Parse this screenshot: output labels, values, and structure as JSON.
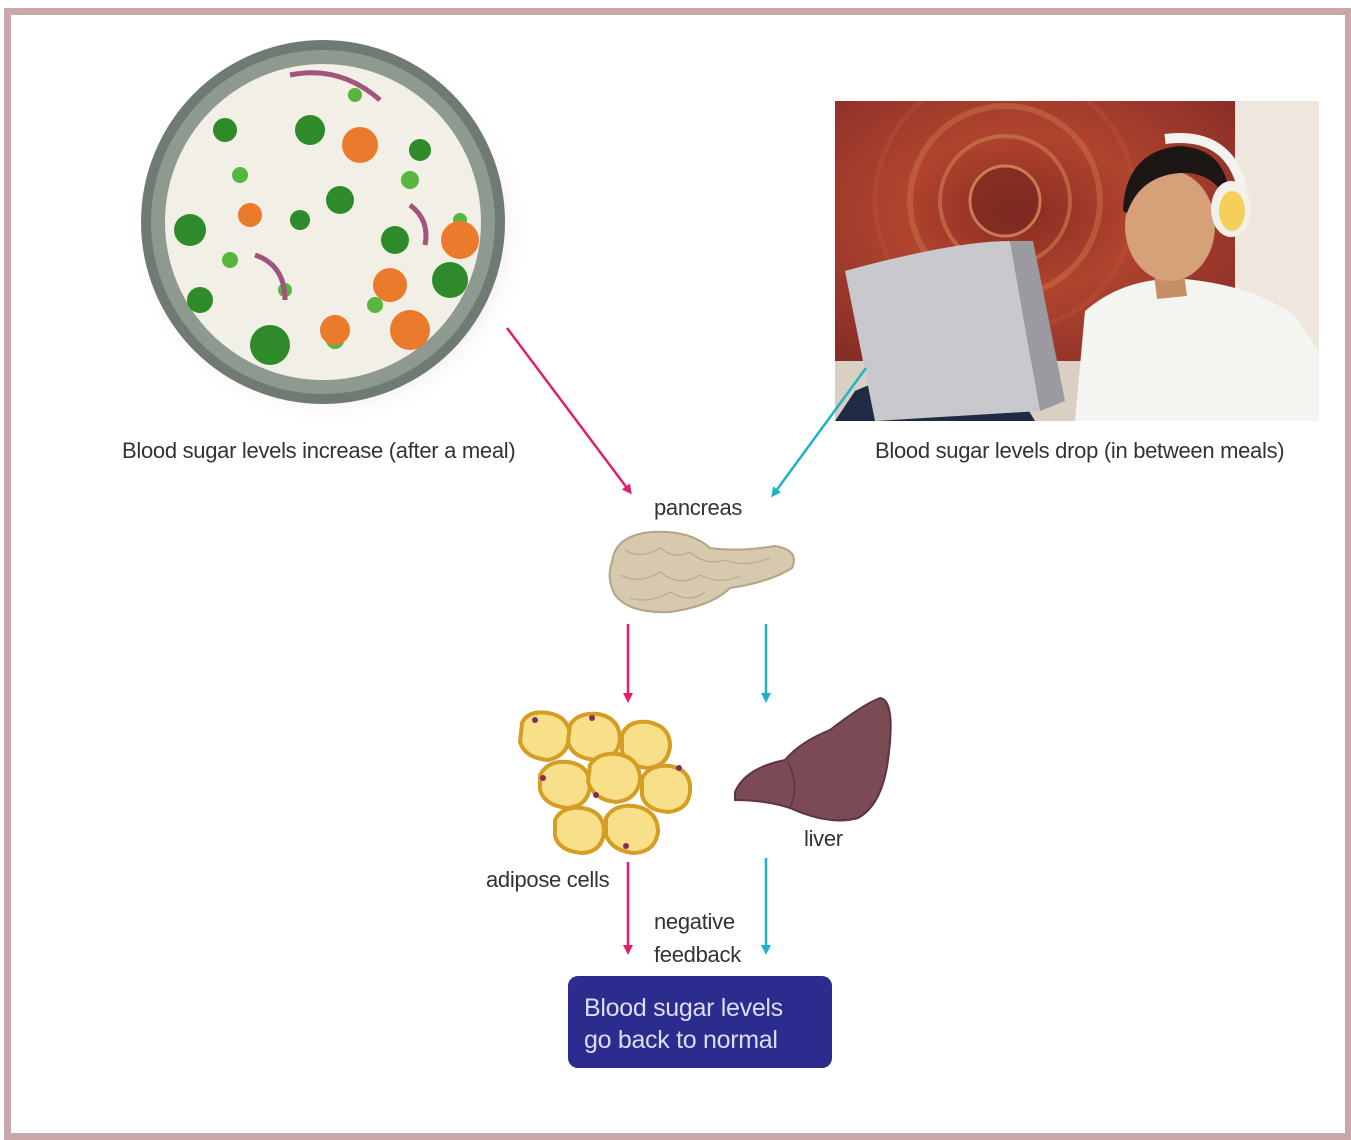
{
  "captions": {
    "after_meal": "Blood sugar levels increase (after a meal)",
    "between_meals": "Blood sugar levels drop (in between meals)"
  },
  "organs": {
    "pancreas": "pancreas",
    "liver": "liver",
    "adipose": "adipose cells"
  },
  "feedback": {
    "line1": "negative",
    "line2": "feedback"
  },
  "result": {
    "line1": "Blood sugar levels",
    "line2": "go back to normal"
  },
  "colors": {
    "border": "#c9a7ab",
    "increase_arrow": "#e0206e",
    "decrease_arrow": "#1fb3c8",
    "result_box": "#2c2c8f",
    "liver": "#7a4a55",
    "adipose": "#f3c64d",
    "pancreas": "#d7c9ae"
  },
  "images": {
    "food": "rice-vegetable-bowl",
    "person": "teen-with-headphones-and-laptop"
  }
}
